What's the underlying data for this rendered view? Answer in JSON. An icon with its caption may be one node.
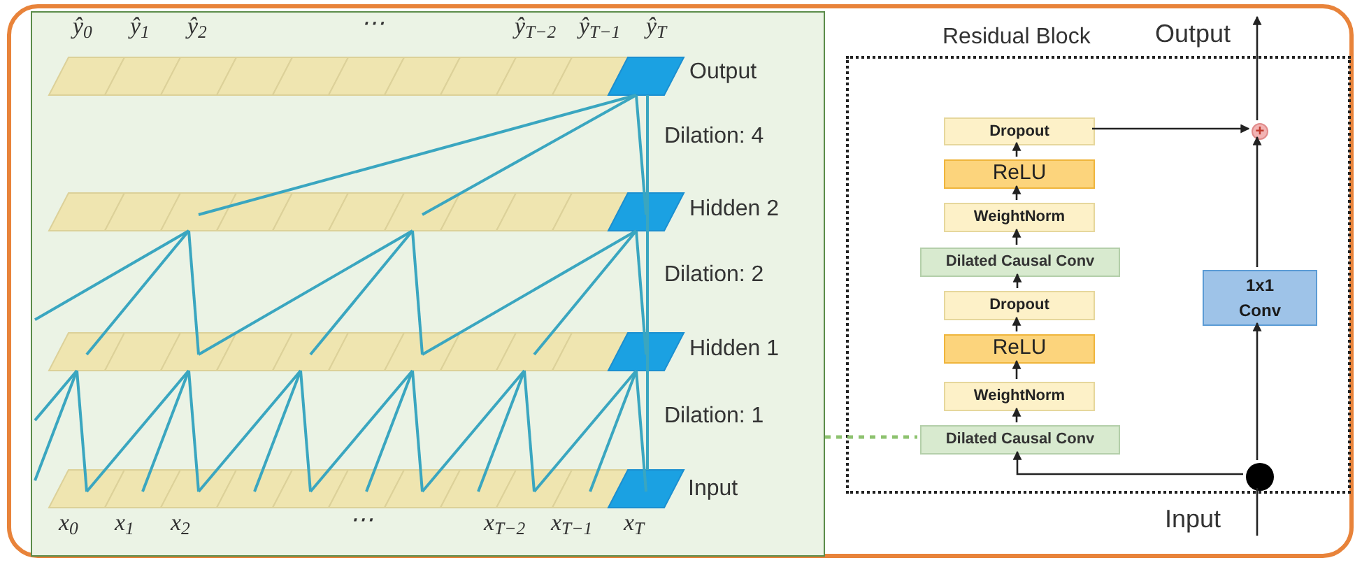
{
  "diagram": {
    "nodes": [
      {
        "text": [],
        "shape": "box"
      },
      {
        "text": [
          "Residual Block"
        ]
      },
      {
        "text": [
          "Dropout"
        ],
        "in": 1
      },
      {
        "text": [
          "ReLU"
        ],
        "in": 1
      },
      {
        "text": [
          "WeightNorm"
        ],
        "in": 1
      },
      {
        "text": [
          "Dilated Causal Conv"
        ],
        "in": 1
      },
      {
        "text": [
          "Dropout"
        ],
        "in": 1
      },
      {
        "text": [
          "ReLU"
        ],
        "in": 1
      },
      {
        "text": [
          "WeightNorm"
        ],
        "in": 1
      },
      {
        "text": [
          "Dilated Causal Conv"
        ],
        "in": 1
      },
      {
        "text": [
          "1x1 Conv"
        ],
        "in": 1
      },
      {
        "text": [
          "+"
        ],
        "in": 1
      },
      {
        "text": [],
        "shape": "circle",
        "in": 1
      },
      {
        "text": [
          "Output"
        ]
      },
      {
        "text": [
          "Input"
        ]
      }
    ],
    "edges": [
      {
        "from": 0,
        "to": 9,
        "arrow": "none",
        "style": "dashed",
        "color": "#8dc26f"
      },
      {
        "from": 14,
        "to": 12,
        "arrow": "none"
      },
      {
        "from": 12,
        "to": 9,
        "arrow": "to"
      },
      {
        "from": 12,
        "to": 10,
        "arrow": "to"
      },
      {
        "from": 10,
        "to": 11,
        "arrow": "to"
      },
      {
        "from": 9,
        "to": 8,
        "arrow": "to"
      },
      {
        "from": 8,
        "to": 7,
        "arrow": "to"
      },
      {
        "from": 7,
        "to": 6,
        "arrow": "to"
      },
      {
        "from": 6,
        "to": 5,
        "arrow": "to"
      },
      {
        "from": 5,
        "to": 4,
        "arrow": "to"
      },
      {
        "from": 4,
        "to": 3,
        "arrow": "to"
      },
      {
        "from": 3,
        "to": 2,
        "arrow": "to"
      },
      {
        "from": 2,
        "to": 11,
        "arrow": "to"
      },
      {
        "from": 11,
        "to": 13,
        "arrow": "to"
      }
    ],
    "labels": [
      "ŷ$_{0}$",
      "ŷ$_{1}$",
      "ŷ$_{2}$",
      "⋯",
      "ŷ$_{T−2}$",
      "ŷ$_{T−1}$",
      "ŷ$_{T}$",
      "Output",
      "Dilation: 4",
      "Hidden 2",
      "Dilation: 2",
      "Hidden 1",
      "Dilation: 1",
      "Input",
      "x$_{0}$",
      "x$_{1}$",
      "x$_{2}$",
      "⋯",
      "x$_{T−2}$",
      "x$_{T−1}$",
      "x$_{T}$"
    ]
  }
}
